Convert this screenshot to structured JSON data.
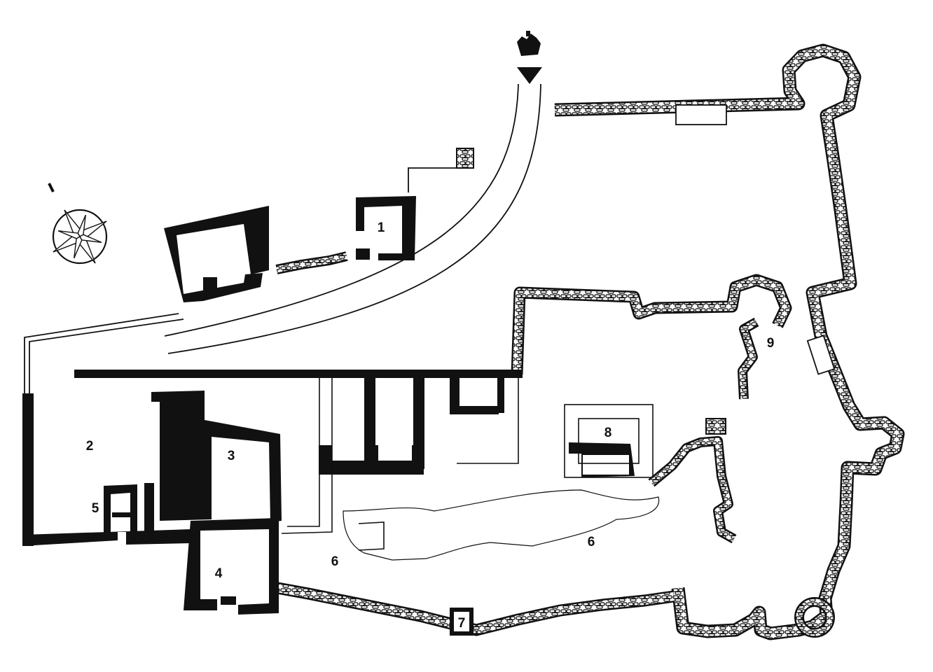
{
  "plan": {
    "labels": [
      {
        "id": "1",
        "text": "1"
      },
      {
        "id": "2",
        "text": "2"
      },
      {
        "id": "3",
        "text": "3"
      },
      {
        "id": "4",
        "text": "4"
      },
      {
        "id": "5",
        "text": "5"
      },
      {
        "id": "6a",
        "text": "6"
      },
      {
        "id": "6b",
        "text": "6"
      },
      {
        "id": "7",
        "text": "7"
      },
      {
        "id": "8",
        "text": "8"
      },
      {
        "id": "9",
        "text": "9"
      }
    ]
  },
  "icons": {
    "compass": "compass-rose-icon",
    "entrance": "entrance-arrow-icon"
  },
  "colors": {
    "wall_solid": "#111111",
    "wall_stone_fill": "#ffffff",
    "background": "#ffffff"
  }
}
